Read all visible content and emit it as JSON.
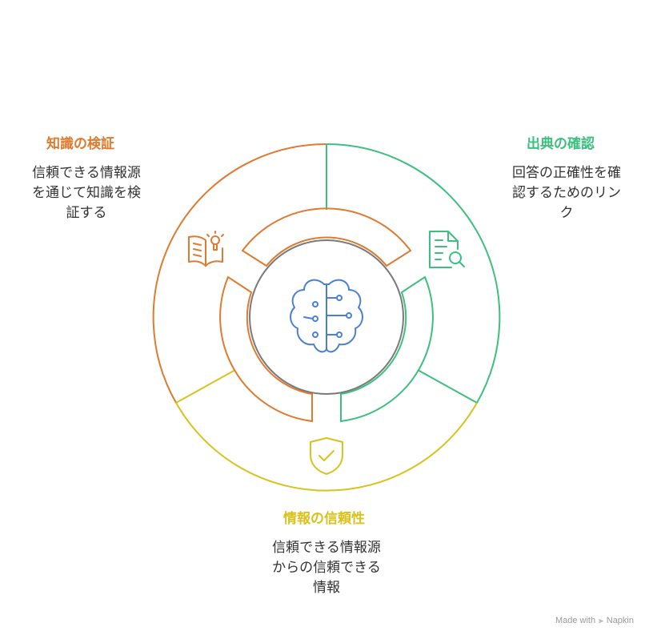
{
  "colors": {
    "orange": "#e07a2f",
    "green": "#3dbf7f",
    "yellow": "#d8c21c",
    "gray": "#7a7a7a",
    "blue": "#4a7fd6"
  },
  "sections": {
    "knowledge": {
      "title": "知識の検証",
      "desc_lines": [
        "信頼できる情報源",
        "を通じて知識を検",
        "証する"
      ],
      "icon": "book-lightbulb-icon"
    },
    "source": {
      "title": "出典の確認",
      "desc_lines": [
        "回答の正確性を確",
        "認するためのリン",
        "ク"
      ],
      "icon": "document-search-icon"
    },
    "reliability": {
      "title": "情報の信頼性",
      "desc_lines": [
        "信頼できる情報源",
        "からの信頼できる",
        "情報"
      ],
      "icon": "shield-check-icon"
    }
  },
  "center": {
    "icon": "brain-circuit-icon"
  },
  "watermark": {
    "made_with": "Made with",
    "brand": "Napkin"
  }
}
